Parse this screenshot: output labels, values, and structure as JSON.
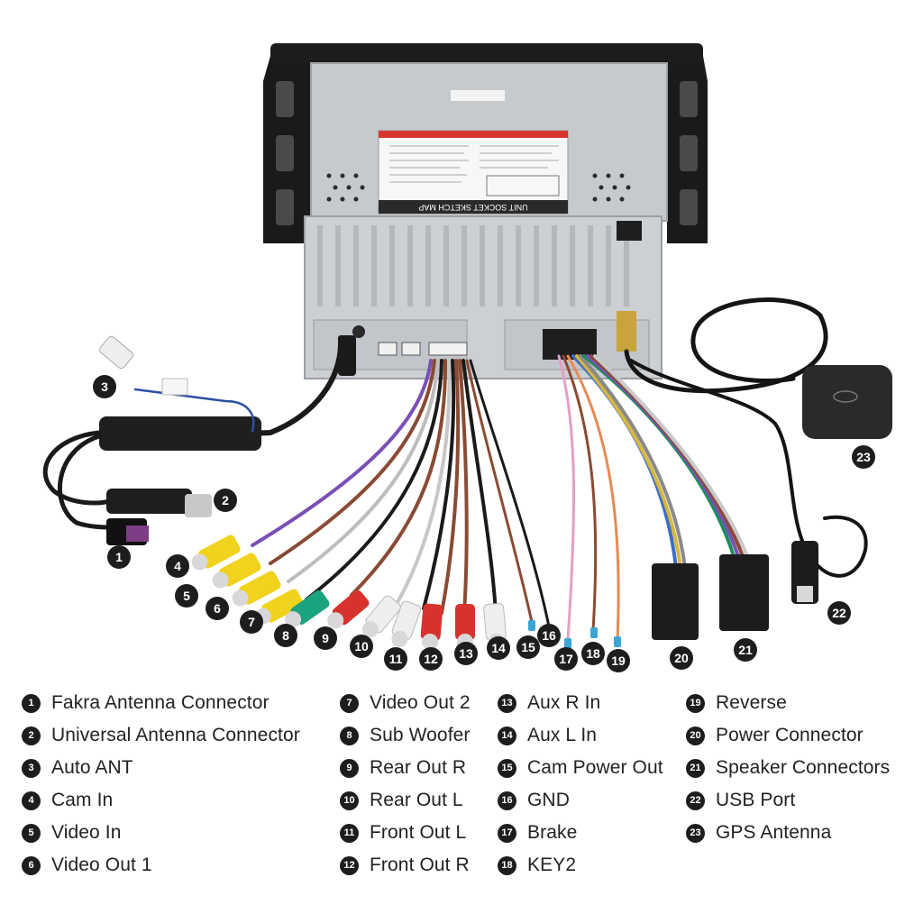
{
  "legend": {
    "col1": [
      {
        "num": "1",
        "label": "Fakra Antenna Connector"
      },
      {
        "num": "2",
        "label": "Universal Antenna Connector"
      },
      {
        "num": "3",
        "label": "Auto ANT"
      },
      {
        "num": "4",
        "label": "Cam In"
      },
      {
        "num": "5",
        "label": "Video In"
      },
      {
        "num": "6",
        "label": "Video Out 1"
      }
    ],
    "col2": [
      {
        "num": "7",
        "label": "Video Out 2"
      },
      {
        "num": "8",
        "label": "Sub Woofer"
      },
      {
        "num": "9",
        "label": "Rear Out R"
      },
      {
        "num": "10",
        "label": "Rear Out L"
      },
      {
        "num": "11",
        "label": "Front Out L"
      },
      {
        "num": "12",
        "label": "Front Out R"
      }
    ],
    "col3": [
      {
        "num": "13",
        "label": "Aux R In"
      },
      {
        "num": "14",
        "label": "Aux L In"
      },
      {
        "num": "15",
        "label": "Cam Power Out"
      },
      {
        "num": "16",
        "label": "GND"
      },
      {
        "num": "17",
        "label": "Brake"
      },
      {
        "num": "18",
        "label": "KEY2"
      }
    ],
    "col4": [
      {
        "num": "19",
        "label": "Reverse"
      },
      {
        "num": "20",
        "label": "Power Connector"
      },
      {
        "num": "21",
        "label": "Speaker Connectors"
      },
      {
        "num": "22",
        "label": "USB Port"
      },
      {
        "num": "23",
        "label": "GPS Antenna"
      }
    ]
  },
  "callouts": [
    "1",
    "2",
    "3",
    "4",
    "5",
    "6",
    "7",
    "8",
    "9",
    "10",
    "11",
    "12",
    "13",
    "14",
    "15",
    "16",
    "17",
    "18",
    "19",
    "20",
    "21",
    "22",
    "23"
  ],
  "unit": {
    "label_strip": "UNIT SOCKET SKETCH MAP"
  },
  "colors": {
    "bracket": "#1a1a1a",
    "chassis": "#c9ccd0",
    "rca_yellow": "#f1d21c",
    "rca_green": "#1aa37e",
    "rca_red": "#d8322e",
    "rca_white": "#eeeeee",
    "wire_purple": "#7a4fb5",
    "wire_brown": "#8a4a34",
    "wire_pink": "#e3a0c6",
    "wire_orange": "#e58b55",
    "callout": "#1d1d1d"
  }
}
